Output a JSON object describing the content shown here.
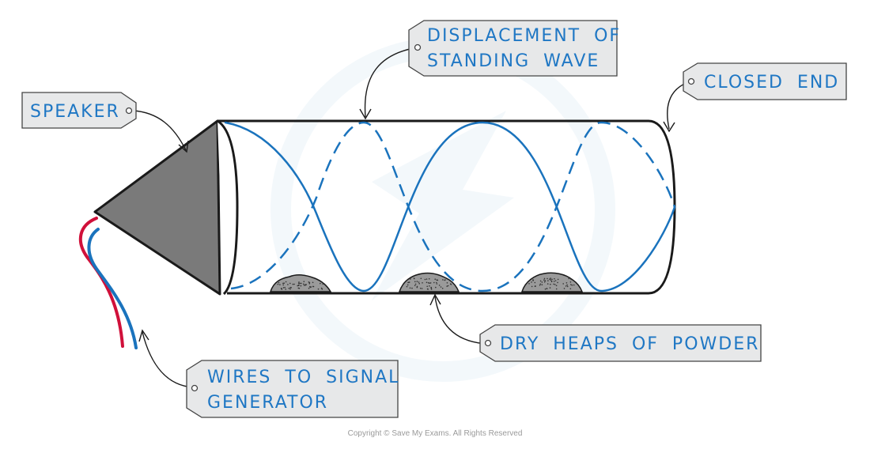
{
  "colors": {
    "tag_fill": "#e7e8e9",
    "tag_stroke": "#444444",
    "label_text": "#1f77c4",
    "wave": "#1a73bd",
    "speaker_fill": "#7a7a7a",
    "outline": "#1a1a1a",
    "wire_red": "#d0103a",
    "wire_blue": "#1a73bd",
    "powder": "#9a9a9a",
    "watermark": "#f2f7fb",
    "copyright_text": "#9a9a9a"
  },
  "labels": {
    "speaker": "SPEAKER",
    "displacement_line1": "DISPLACEMENT OF",
    "displacement_line2": "STANDING WAVE",
    "closed_end": "CLOSED END",
    "powder": "DRY HEAPS OF POWDER",
    "wires_line1": "WIRES TO SIGNAL",
    "wires_line2": "GENERATOR"
  },
  "copyright": "Copyright © Save My Exams. All Rights Reserved"
}
